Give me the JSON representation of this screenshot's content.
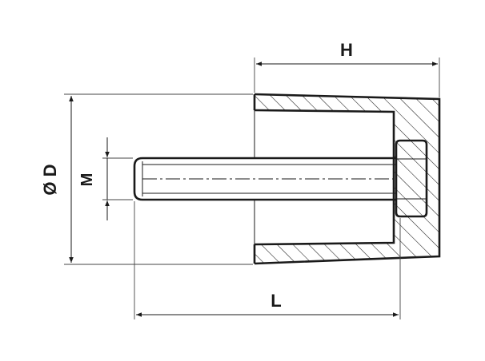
{
  "dimensions": {
    "height_label": "H",
    "diameter_label": "Ø D",
    "thread_label": "M",
    "length_label": "L"
  },
  "colors": {
    "ink": "#1a1a1a",
    "background": "#ffffff"
  }
}
